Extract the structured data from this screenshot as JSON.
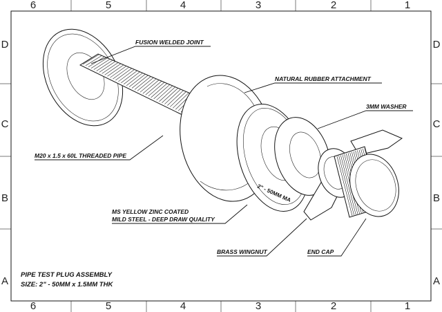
{
  "border": {
    "columns_top": [
      "6",
      "5",
      "4",
      "3",
      "2",
      "1"
    ],
    "columns_bottom": [
      "6",
      "5",
      "4",
      "3",
      "2",
      "1"
    ],
    "rows_left": [
      "D",
      "C",
      "B",
      "A"
    ],
    "rows_right": [
      "D",
      "C",
      "B",
      "A"
    ]
  },
  "callouts": {
    "fusion_joint": "FUSION WELDED JOINT",
    "rubber": "NATURAL RUBBER ATTACHMENT",
    "washer": "3MM WASHER",
    "threaded_pipe": "M20 x 1.5 x 60L THREADED PIPE",
    "material_line1": "MS YELLOW ZINC COATED",
    "material_line2": "MILD STEEL - DEEP DRAW QUALITY",
    "wingnut": "BRASS WINGNUT",
    "end_cap": "END CAP"
  },
  "plate_marking": "2\" - 50MM MA",
  "title_block": {
    "line1": "PIPE TEST PLUG ASSEMBLY",
    "line2": "SIZE: 2\" - 50MM x 1.5MM THK"
  }
}
